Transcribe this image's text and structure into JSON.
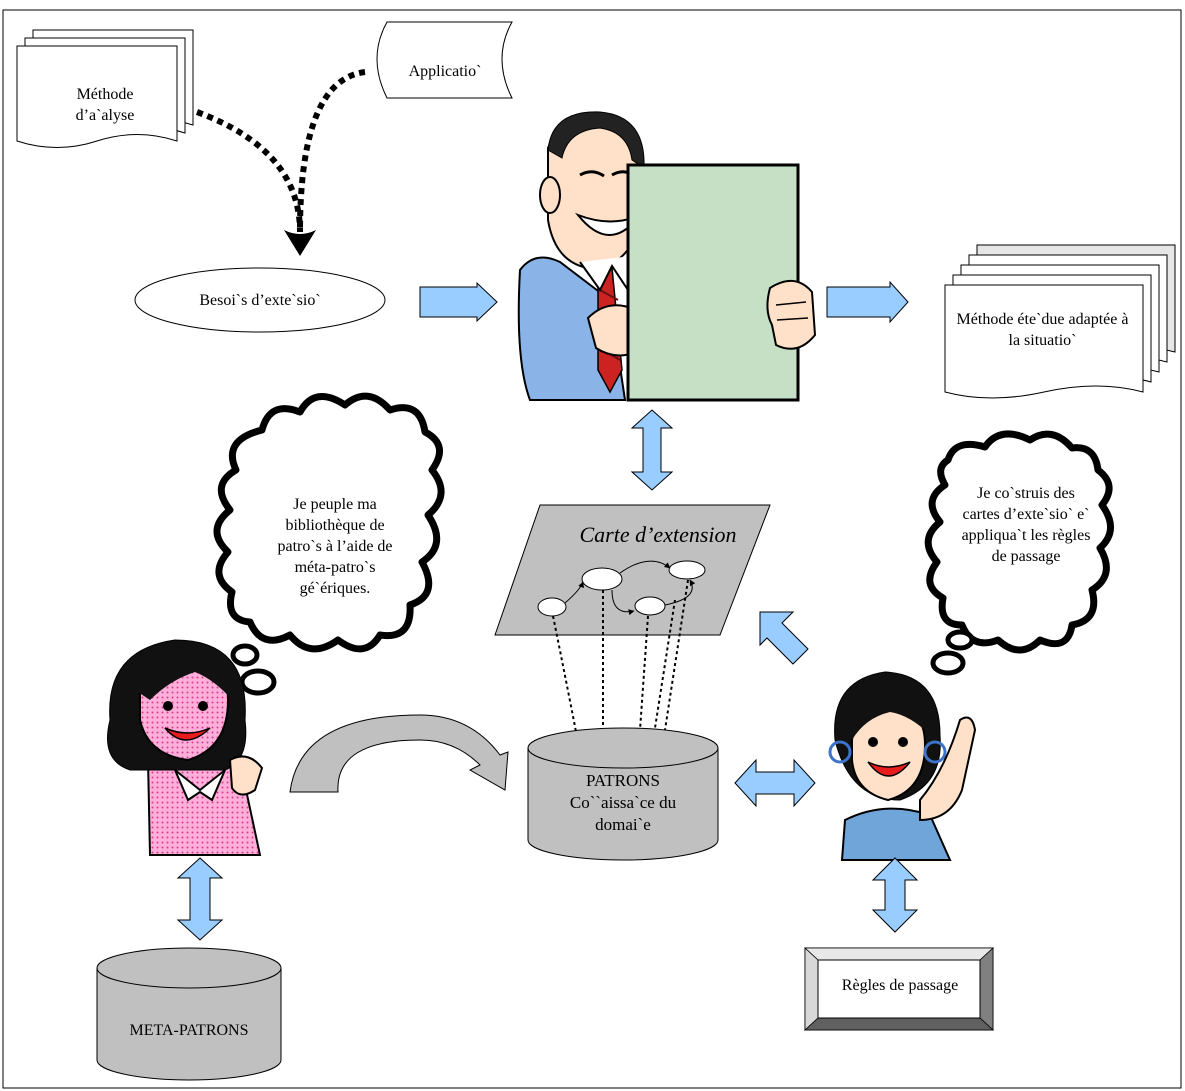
{
  "diagram": {
    "method_doc": "Méthode d’a`alyse",
    "application": "Applicatio`",
    "need": "Besoi`s d’exte`sio`",
    "result_doc": "Méthode éte`due adaptée à la situatio`",
    "extension_map": "Carte d’extension",
    "left_thought": "Je peuple ma bibliothèque de patro`s à l’aide de méta-patro`s gé`ériques.",
    "right_thought": "Je co`struis des cartes d’exte`sio` e` appliqua`t les règles de passage",
    "patterns_title": "PATRONS",
    "patterns_subtitle": "Co``aissa`ce du domai`e",
    "meta_patterns": "META-PATRONS",
    "rules": "Règles de passage"
  },
  "colors": {
    "arrow_fill": "#99ccff",
    "document_green": "#c5e0c5",
    "map_gray": "#c0c0c0",
    "cylinder_gray": "#c0c0c0",
    "skin": "#ffe0c8",
    "blouse_pink": "#ff9ed2",
    "shirt_blue": "#8ab4e8",
    "tie_red": "#cc2222"
  }
}
